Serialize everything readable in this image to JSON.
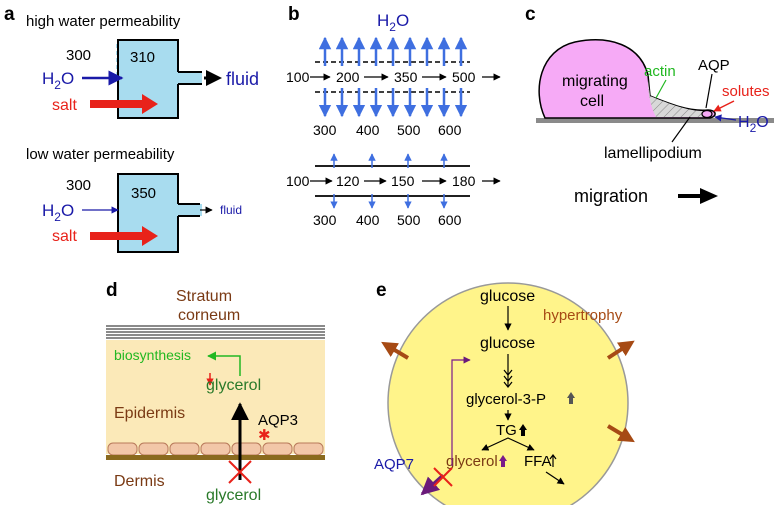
{
  "colors": {
    "blue": "#1a1aa8",
    "red": "#e8221a",
    "green": "#22b822",
    "brown": "#7a3a14",
    "box_fill": "#a8dcef",
    "cell_fill": "#f6aaf6",
    "skin_fill": "#fbe9b8",
    "dermis_cell": "#f2c7a8",
    "band": "#8a6a1e",
    "adipocyte": "#fff48a",
    "hyper_arrow": "#a64a14",
    "glycerol_green": "#2a7a2a"
  },
  "panel_a": {
    "label": "a",
    "high_title": "high water permeability",
    "high_outside": "300",
    "high_inside": "310",
    "high_water": "H",
    "high_water_sub": "2",
    "high_water_o": "O",
    "high_salt": "salt",
    "high_fluid": "fluid",
    "low_title": "low water permeability",
    "low_outside": "300",
    "low_inside": "350",
    "low_water": "H",
    "low_water_sub": "2",
    "low_water_o": "O",
    "low_salt": "salt",
    "low_fluid": "fluid"
  },
  "panel_b": {
    "label": "b",
    "water": "H",
    "water_sub": "2",
    "water_o": "O",
    "high_lumen": [
      "100",
      "200",
      "350",
      "500"
    ],
    "high_bottom": [
      "300",
      "400",
      "500",
      "600"
    ],
    "low_lumen": [
      "100",
      "120",
      "150",
      "180"
    ],
    "low_bottom": [
      "300",
      "400",
      "500",
      "600"
    ]
  },
  "panel_c": {
    "label": "c",
    "cell": "migrating",
    "cell2": "cell",
    "actin": "actin",
    "aqp": "AQP",
    "solutes": "solutes",
    "water": "H",
    "water_sub": "2",
    "water_o": "O",
    "lamellipodium": "lamellipodium",
    "migration": "migration"
  },
  "panel_d": {
    "label": "d",
    "stratum": "Stratum",
    "corneum": "corneum",
    "biosynthesis": "biosynthesis",
    "glycerol_upper": "glycerol",
    "epidermis": "Epidermis",
    "aqp3": "AQP3",
    "dermis": "Dermis",
    "glycerol_lower": "glycerol"
  },
  "panel_e": {
    "label": "e",
    "glucose_out": "glucose",
    "glucose_in": "glucose",
    "hypertrophy": "hypertrophy",
    "g3p": "glycerol-3-P",
    "tg": "TG",
    "glycerol": "glycerol",
    "ffa": "FFA",
    "aqp7": "AQP7"
  }
}
